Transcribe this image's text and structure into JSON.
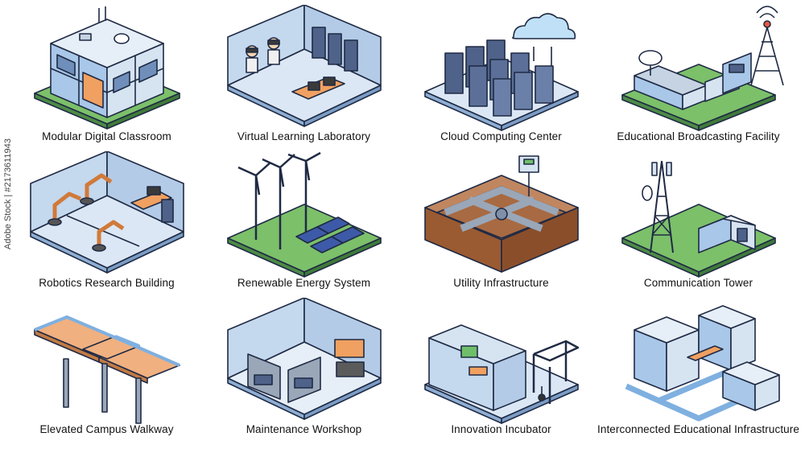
{
  "image_id_text": "Adobe Stock | #2173611943",
  "colors": {
    "outline": "#1f2a44",
    "ground_top": "#7cc06a",
    "ground_side": "#4c8a46",
    "wall_blue": "#a9c7e8",
    "wall_light": "#d6e4f2",
    "accent_orange": "#f0a060",
    "server": "#4f6289",
    "earth": "#9a5a32"
  },
  "tiles": [
    {
      "caption": "Modular Digital Classroom",
      "icon": "modular-classroom-icon"
    },
    {
      "caption": "Virtual Learning Laboratory",
      "icon": "vr-laboratory-icon"
    },
    {
      "caption": "Cloud Computing Center",
      "icon": "cloud-server-icon"
    },
    {
      "caption": "Educational Broadcasting Facility",
      "icon": "broadcast-facility-icon"
    },
    {
      "caption": "Robotics Research Building",
      "icon": "robotic-arm-icon"
    },
    {
      "caption": "Renewable Energy System",
      "icon": "wind-solar-icon"
    },
    {
      "caption": "Utility Infrastructure",
      "icon": "pipe-network-icon"
    },
    {
      "caption": "Communication Tower",
      "icon": "cell-tower-icon"
    },
    {
      "caption": "Elevated Campus Walkway",
      "icon": "skywalk-icon"
    },
    {
      "caption": "Maintenance Workshop",
      "icon": "garage-workshop-icon"
    },
    {
      "caption": "Innovation Incubator",
      "icon": "incubator-building-icon"
    },
    {
      "caption": "Interconnected Educational Infrastructure",
      "icon": "connected-buildings-icon"
    }
  ]
}
